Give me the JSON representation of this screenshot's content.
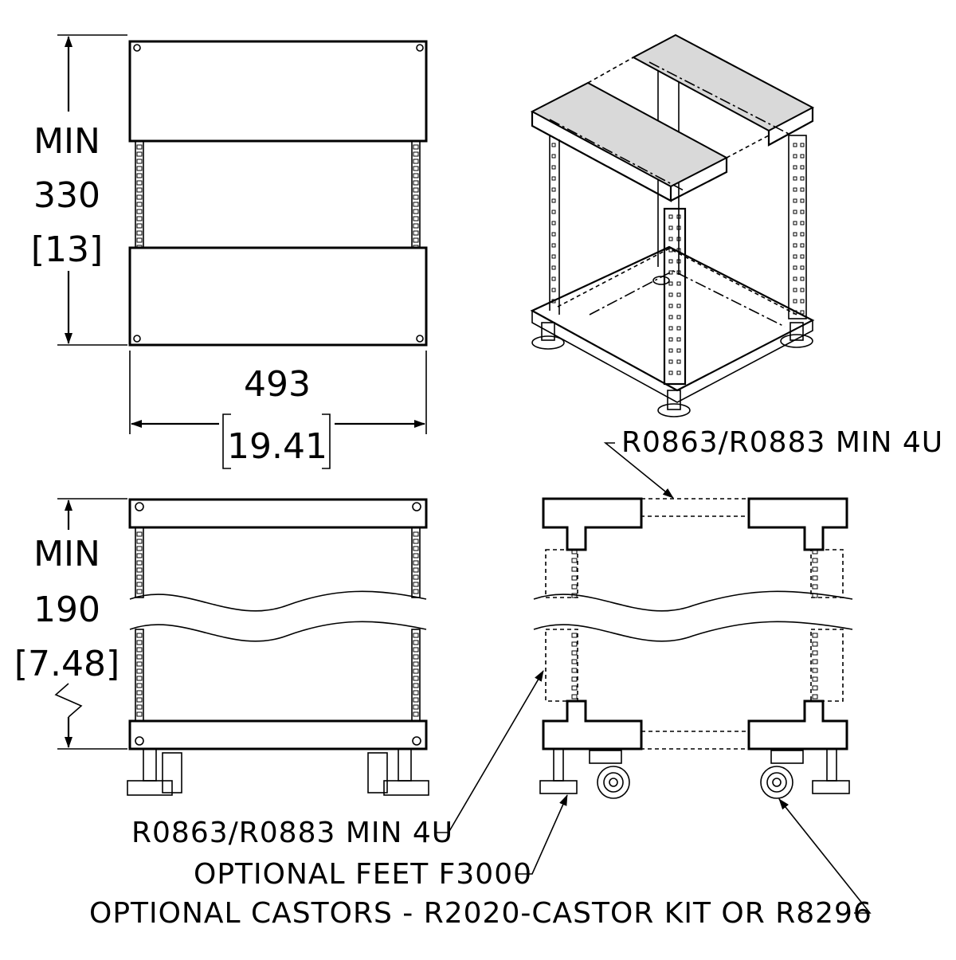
{
  "dimensions": {
    "height_top": {
      "line1": "MIN",
      "line2": "330",
      "line3": "[13]"
    },
    "width": {
      "mm": "493",
      "inch": "19.41"
    },
    "height_bottom": {
      "line1": "MIN",
      "line2": "190",
      "line3": "[7.48]"
    }
  },
  "callouts": {
    "rail_right": "R0863/R0883 MIN 4U",
    "rail_left": "R0863/R0883 MIN 4U",
    "feet": "OPTIONAL FEET F3000",
    "castors": "OPTIONAL CASTORS - R2020-CASTOR KIT OR R8296"
  }
}
